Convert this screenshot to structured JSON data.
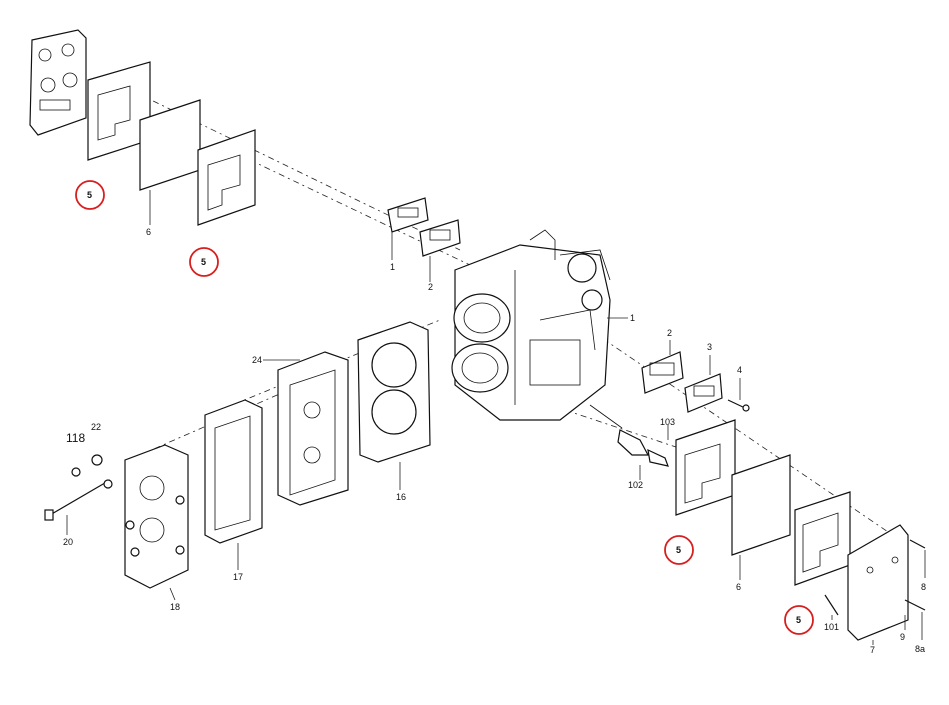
{
  "callout_color": "#d81f1f",
  "labels": {
    "l1": "1",
    "l2a": "2",
    "l2b": "2",
    "l3": "3",
    "l4": "4",
    "l5a": "5",
    "l5b": "5",
    "l5c": "5",
    "l5d": "5",
    "l6a": "6",
    "l6b": "6",
    "l7": "7",
    "l8": "8",
    "l8a": "8a",
    "l9": "9",
    "l16": "16",
    "l17": "17",
    "l18": "18",
    "l20": "20",
    "l22": "22",
    "l24": "24",
    "l101": "101",
    "l102": "102",
    "l103": "103",
    "l118": "118"
  }
}
